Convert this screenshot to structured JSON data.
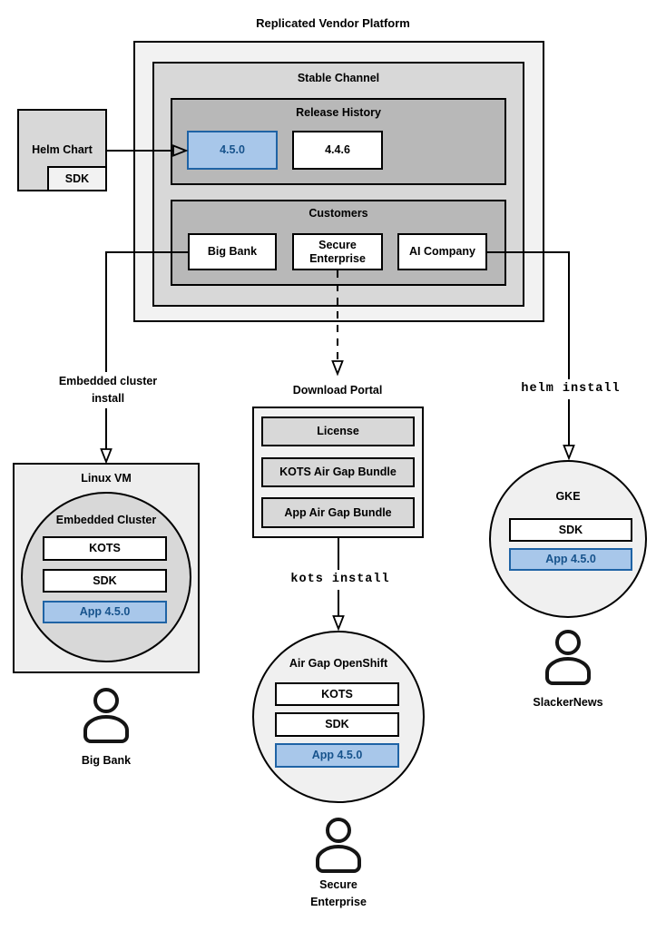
{
  "title": "Replicated Vendor Platform",
  "colors": {
    "highlight_fill": "#a8c7ea",
    "highlight_border": "#1f63a5",
    "highlight_text": "#17538c",
    "gray_light": "#f2f2f2",
    "gray_mid": "#d8d8d8",
    "gray_dark": "#b8b8b8"
  },
  "platform": {
    "stable_channel_label": "Stable Channel",
    "release_history_label": "Release History",
    "releases": [
      {
        "version": "4.5.0",
        "highlighted": true
      },
      {
        "version": "4.4.6",
        "highlighted": false
      }
    ],
    "customers_label": "Customers",
    "customers": [
      {
        "name": "Big Bank"
      },
      {
        "name": "Secure Enterprise"
      },
      {
        "name": "AI Company"
      }
    ]
  },
  "helm_chart": {
    "label": "Helm Chart",
    "sdk_label": "SDK"
  },
  "left_flow": {
    "arrow_label": "Embedded cluster\ninstall",
    "vm_label": "Linux VM",
    "cluster_label": "Embedded Cluster",
    "components": [
      "KOTS",
      "SDK"
    ],
    "app_label": "App 4.5.0",
    "persona": "Big Bank"
  },
  "middle_flow": {
    "portal_label": "Download Portal",
    "portal_items": [
      "License",
      "KOTS Air Gap Bundle",
      "App Air Gap Bundle"
    ],
    "command": "kots install",
    "cluster_label": "Air Gap OpenShift",
    "components": [
      "KOTS",
      "SDK"
    ],
    "app_label": "App 4.5.0",
    "persona": "Secure\nEnterprise"
  },
  "right_flow": {
    "command": "helm install",
    "cluster_label": "GKE",
    "components": [
      "SDK"
    ],
    "app_label": "App 4.5.0",
    "persona": "SlackerNews"
  }
}
